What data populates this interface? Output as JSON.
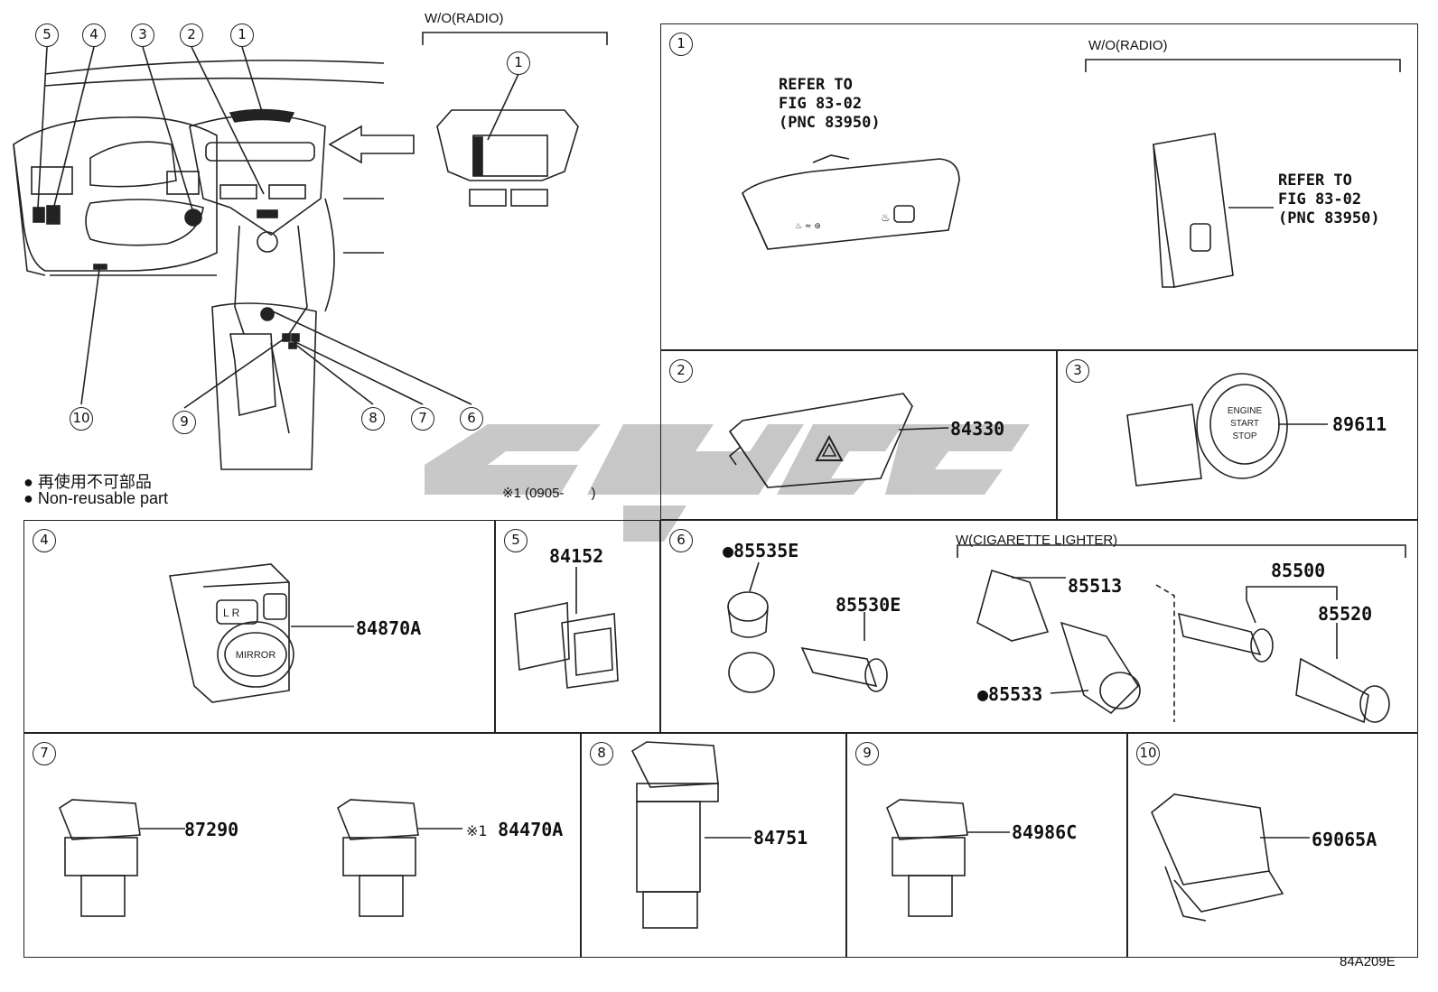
{
  "overview": {
    "callouts": [
      "1",
      "2",
      "3",
      "4",
      "5",
      "6",
      "7",
      "8",
      "9",
      "10"
    ],
    "inset": {
      "condition": "W/O(RADIO)",
      "callout": "1"
    }
  },
  "legend": {
    "line1": "再使用不可部品",
    "line2": "Non-reusable part",
    "marker": "●",
    "footnote": "※1 (0905-　　)"
  },
  "panels": {
    "p1": {
      "index": "1",
      "refer_main": "REFER TO\nFIG 83-02\n(PNC 83950)",
      "condition": "W/O(RADIO)",
      "refer_alt": "REFER TO\nFIG 83-02\n(PNC 83950)"
    },
    "p2": {
      "index": "2",
      "part": "84330"
    },
    "p3": {
      "index": "3",
      "part": "89611",
      "button_text": [
        "ENGINE",
        "START",
        "STOP"
      ]
    },
    "p4": {
      "index": "4",
      "part": "84870A",
      "button_text": "MIRROR",
      "lr": "L  R"
    },
    "p5": {
      "index": "5",
      "part": "84152"
    },
    "p6": {
      "index": "6",
      "condition": "W(CIGARETTE LIGHTER)",
      "parts": [
        "●85535E",
        "85530E",
        "85513",
        "●85533",
        "85500",
        "85520"
      ]
    },
    "p7": {
      "index": "7",
      "part_a": "87290",
      "part_b": "84470A",
      "part_b_mark": "※1"
    },
    "p8": {
      "index": "8",
      "part": "84751"
    },
    "p9": {
      "index": "9",
      "part": "84986C"
    },
    "p10": {
      "index": "10",
      "part": "69065A"
    }
  },
  "figure_code": "84A209E"
}
